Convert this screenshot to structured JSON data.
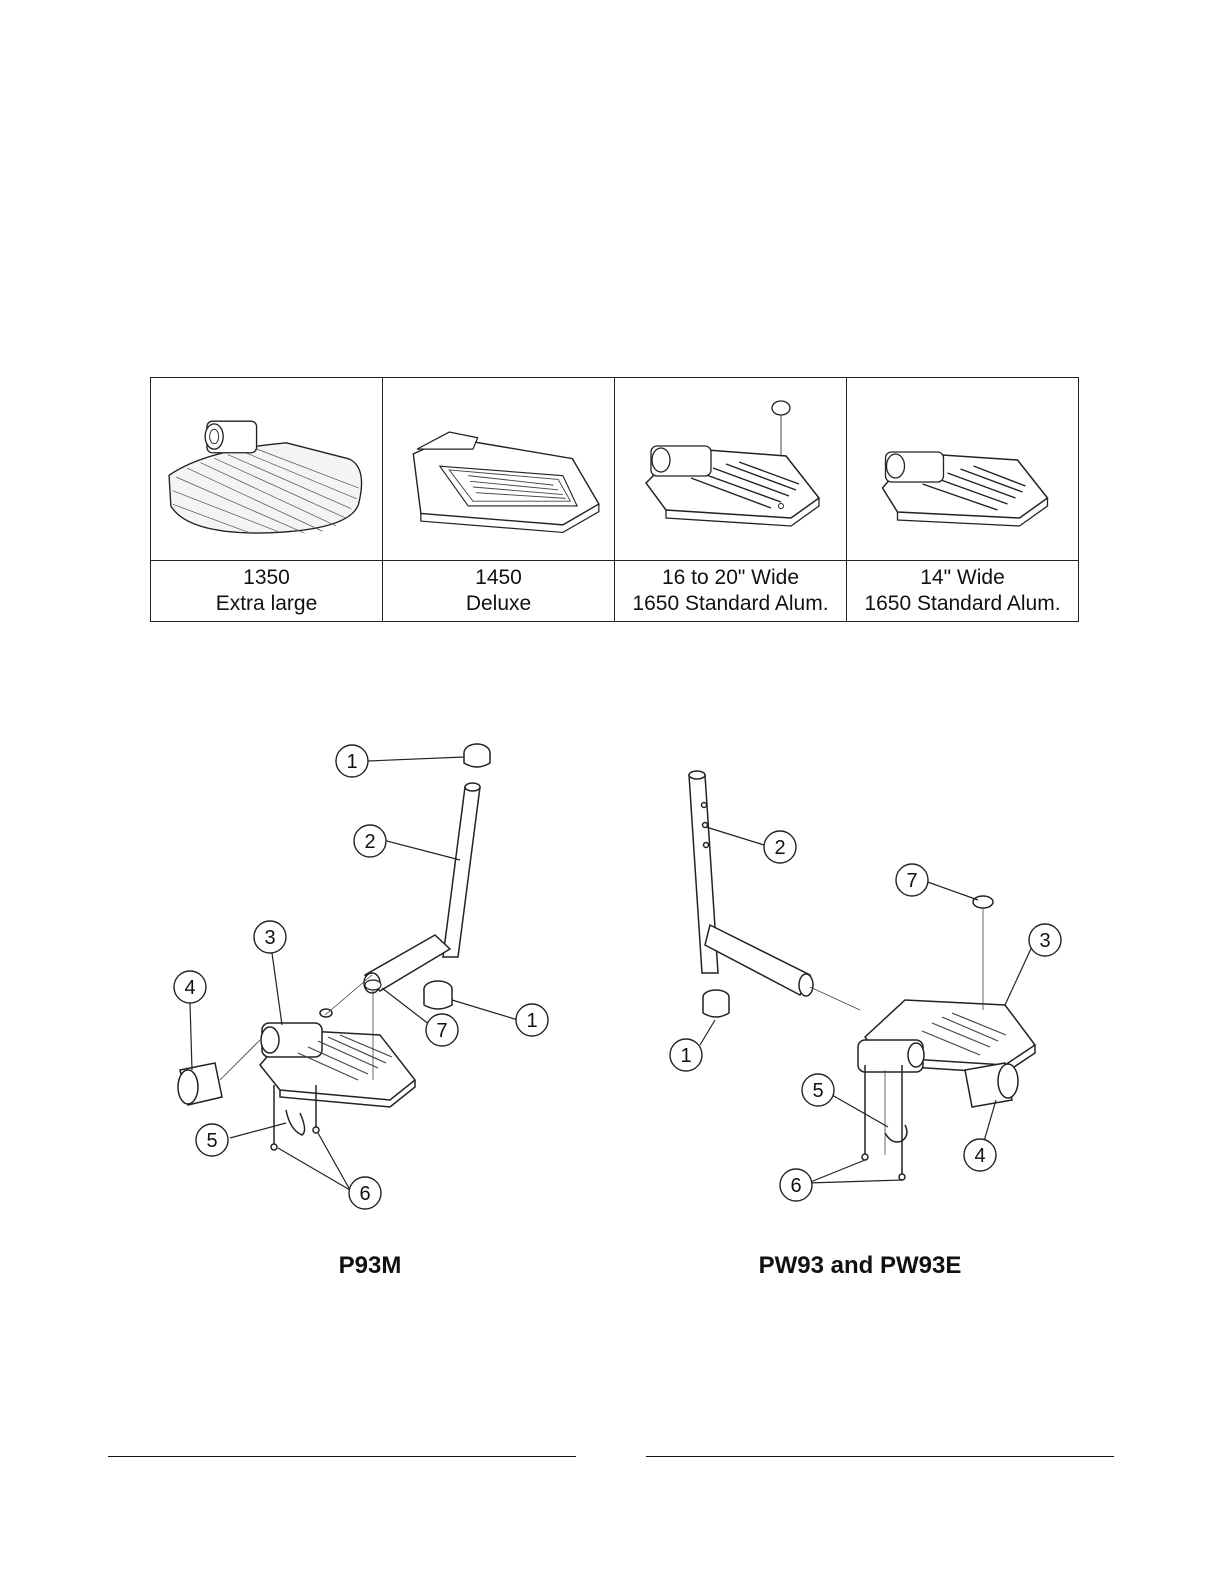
{
  "footplates": [
    {
      "line1": "1350",
      "line2": "Extra large"
    },
    {
      "line1": "1450",
      "line2": "Deluxe"
    },
    {
      "line1": "16 to 20\" Wide",
      "line2": "1650 Standard Alum."
    },
    {
      "line1": "14\" Wide",
      "line2": "1650 Standard Alum."
    }
  ],
  "diagrams": [
    {
      "title": "P93M",
      "callouts": [
        "1",
        "2",
        "3",
        "4",
        "1",
        "7",
        "5",
        "6"
      ]
    },
    {
      "title": "PW93 and PW93E",
      "callouts": [
        "2",
        "7",
        "3",
        "1",
        "5",
        "4",
        "6"
      ]
    }
  ]
}
